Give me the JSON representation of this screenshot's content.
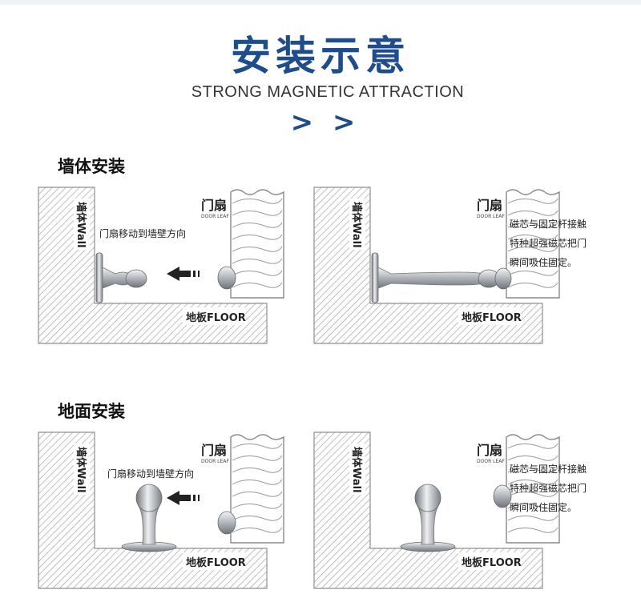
{
  "header": {
    "title": "安装示意",
    "subtitle": "STRONG MAGNETIC ATTRACTION",
    "chevrons": "> >"
  },
  "colors": {
    "accent": "#1f4d8c",
    "hatch": "#9a9a9a",
    "metal": "#b8bcc2"
  },
  "sections": [
    {
      "title": "墙体安装",
      "panels": [
        {
          "wall_label": "墙体Wall",
          "door_label": "门扇",
          "door_sub": "DOOR LEAF",
          "floor_label": "地板FLOOR",
          "note": [
            "门扇移动到墙壁方向"
          ]
        },
        {
          "wall_label": "墙体Wall",
          "door_label": "门扇",
          "door_sub": "DOOR LEAF",
          "floor_label": "地板FLOOR",
          "note": [
            "磁芯与固定杆接触",
            "特种超强磁芯把门",
            "瞬间吸住固定。"
          ]
        }
      ]
    },
    {
      "title": "地面安装",
      "panels": [
        {
          "wall_label": "墙体Wall",
          "door_label": "门扇",
          "door_sub": "DOOR LEAF",
          "floor_label": "地板FLOOR",
          "note": [
            "门扇移动到墙壁方向"
          ]
        },
        {
          "wall_label": "墙体Wall",
          "door_label": "门扇",
          "door_sub": "DOOR LEAF",
          "floor_label": "地板FLOOR",
          "note": [
            "磁芯与固定杆接触",
            "特种超强磁芯把门",
            "瞬间吸住固定。"
          ]
        }
      ]
    }
  ]
}
